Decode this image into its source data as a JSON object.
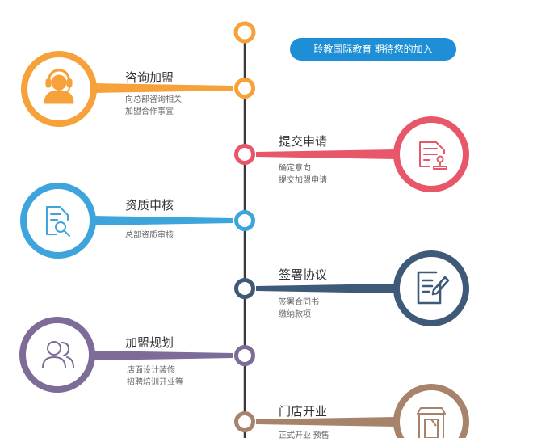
{
  "banner": {
    "text": "聆教国际教育 期待您的加入"
  },
  "colors": {
    "axis": "#3a3a3a",
    "banner_bg": "#1e8fd6",
    "steps": [
      "#f6a13a",
      "#e8566a",
      "#3da4dc",
      "#3f5a78",
      "#7c6c97",
      "#a8836b"
    ]
  },
  "steps": [
    {
      "title": "咨询加盟",
      "lines": [
        "向总部咨询相关",
        "加盟合作事宜"
      ],
      "icon": "headset-icon"
    },
    {
      "title": "提交申请",
      "lines": [
        "确定意向",
        "提交加盟申请"
      ],
      "icon": "application-form-icon"
    },
    {
      "title": "资质申核",
      "lines": [
        "总部资质审核"
      ],
      "icon": "document-search-icon"
    },
    {
      "title": "签署协议",
      "lines": [
        "签署合同书",
        "缴纳款项"
      ],
      "icon": "sign-document-icon"
    },
    {
      "title": "加盟规划",
      "lines": [
        "店面设计装修",
        "招聘培训开业等"
      ],
      "icon": "users-icon"
    },
    {
      "title": "门店开业",
      "lines": [
        "正式开业 预售"
      ],
      "icon": "storefront-icon"
    }
  ]
}
